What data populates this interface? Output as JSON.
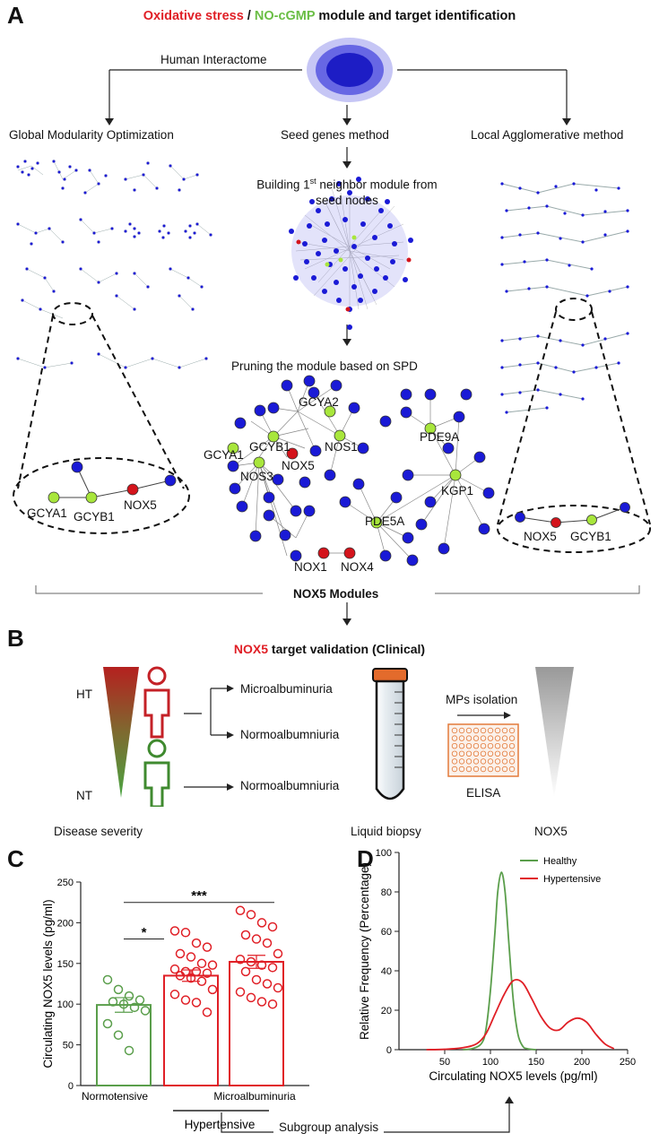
{
  "panel_a": {
    "letter": "A",
    "title_part1": "Oxidative stress",
    "title_sep": " / ",
    "title_part2": "NO-cGMP",
    "title_part3": " module and target identification",
    "interactome_label": "Human Interactome",
    "method_left": "Global Modularity Optimization",
    "method_center": "Seed genes method",
    "method_right": "Local Agglomerative method",
    "step1_line1": "Building 1",
    "step1_sup": "st",
    "step1_line1_end": " neighbor module from",
    "step1_line2": "seed nodes",
    "step2": "Pruning the module based on SPD",
    "left_genes": [
      "GCYA1",
      "GCYB1",
      "NOX5"
    ],
    "right_genes": [
      "NOX5",
      "GCYB1"
    ],
    "center_genes": [
      "GCYA2",
      "GCYB1",
      "GCYA1",
      "NOX5",
      "NOS1",
      "NOS3",
      "PDE9A",
      "KGP1",
      "PDE5A",
      "NOX1",
      "NOX4"
    ],
    "modules_label": "NOX5 Modules"
  },
  "panel_b": {
    "letter": "B",
    "title_red": "NOX5",
    "title_rest": " target validation (Clinical)",
    "ht": "HT",
    "nt": "NT",
    "severity": "Disease severity",
    "micro": "Microalbuminuria",
    "normo1": "Normoalbumniuria",
    "normo2": "Normoalbumniuria",
    "mps": "MPs isolation",
    "elisa": "ELISA",
    "biopsy": "Liquid biopsy",
    "nox5": "NOX5"
  },
  "panel_c": {
    "letter": "C",
    "ylabel": "Circulating NOX5 levels (pg/ml)",
    "sig1": "*",
    "sig2": "***",
    "group_label": "Hypertensive",
    "subgroup": "Subgroup analysis",
    "chart_data": {
      "type": "bar",
      "categories": [
        "Normotensive",
        "",
        "Microalbuminuria"
      ],
      "values": [
        99,
        135,
        152
      ],
      "sem": [
        9,
        7,
        8
      ],
      "ylim": [
        0,
        250
      ],
      "yticks": [
        0,
        50,
        100,
        150,
        200,
        250
      ],
      "points": [
        [
          130,
          118,
          110,
          105,
          103,
          100,
          96,
          92,
          76,
          62,
          43
        ],
        [
          190,
          188,
          175,
          170,
          162,
          158,
          150,
          148,
          143,
          140,
          140,
          138,
          135,
          132,
          128,
          118,
          112,
          105,
          102,
          90
        ],
        [
          215,
          210,
          200,
          195,
          185,
          180,
          175,
          162,
          155,
          152,
          148,
          145,
          140,
          130,
          125,
          120,
          115,
          108,
          103,
          100
        ]
      ],
      "colors": [
        "#5a9e4b",
        "#e01f26",
        "#e01f26"
      ]
    }
  },
  "panel_d": {
    "letter": "D",
    "chart_data": {
      "type": "line",
      "xlabel": "Circulating NOX5 levels (pg/ml)",
      "ylabel": "Relative Frequency (Percentage)",
      "xlim": [
        0,
        250
      ],
      "ylim": [
        0,
        100
      ],
      "xticks": [
        50,
        100,
        150,
        200,
        250
      ],
      "yticks": [
        0,
        20,
        40,
        60,
        80,
        100
      ],
      "series": [
        {
          "name": "Healthy",
          "color": "#5a9e4b",
          "x": [
            70,
            80,
            90,
            95,
            100,
            105,
            108,
            112,
            116,
            120,
            125,
            130,
            135,
            140,
            150
          ],
          "y": [
            0,
            0.5,
            3,
            10,
            30,
            60,
            80,
            90,
            80,
            55,
            25,
            8,
            2,
            0.5,
            0
          ]
        },
        {
          "name": "Hypertensive",
          "color": "#e01f26",
          "x": [
            30,
            50,
            70,
            85,
            95,
            105,
            115,
            125,
            135,
            145,
            155,
            165,
            175,
            185,
            195,
            205,
            215,
            225,
            235
          ],
          "y": [
            0,
            0.2,
            1,
            3,
            8,
            18,
            28,
            35,
            34,
            26,
            17,
            11,
            10,
            14,
            16,
            14,
            8,
            3,
            0.5
          ]
        }
      ]
    }
  },
  "colors": {
    "red": "#e01f26",
    "green": "#6abe45",
    "node_blue": "#1a1ad6",
    "node_green": "#a8e63c",
    "node_red": "#d4141c"
  }
}
